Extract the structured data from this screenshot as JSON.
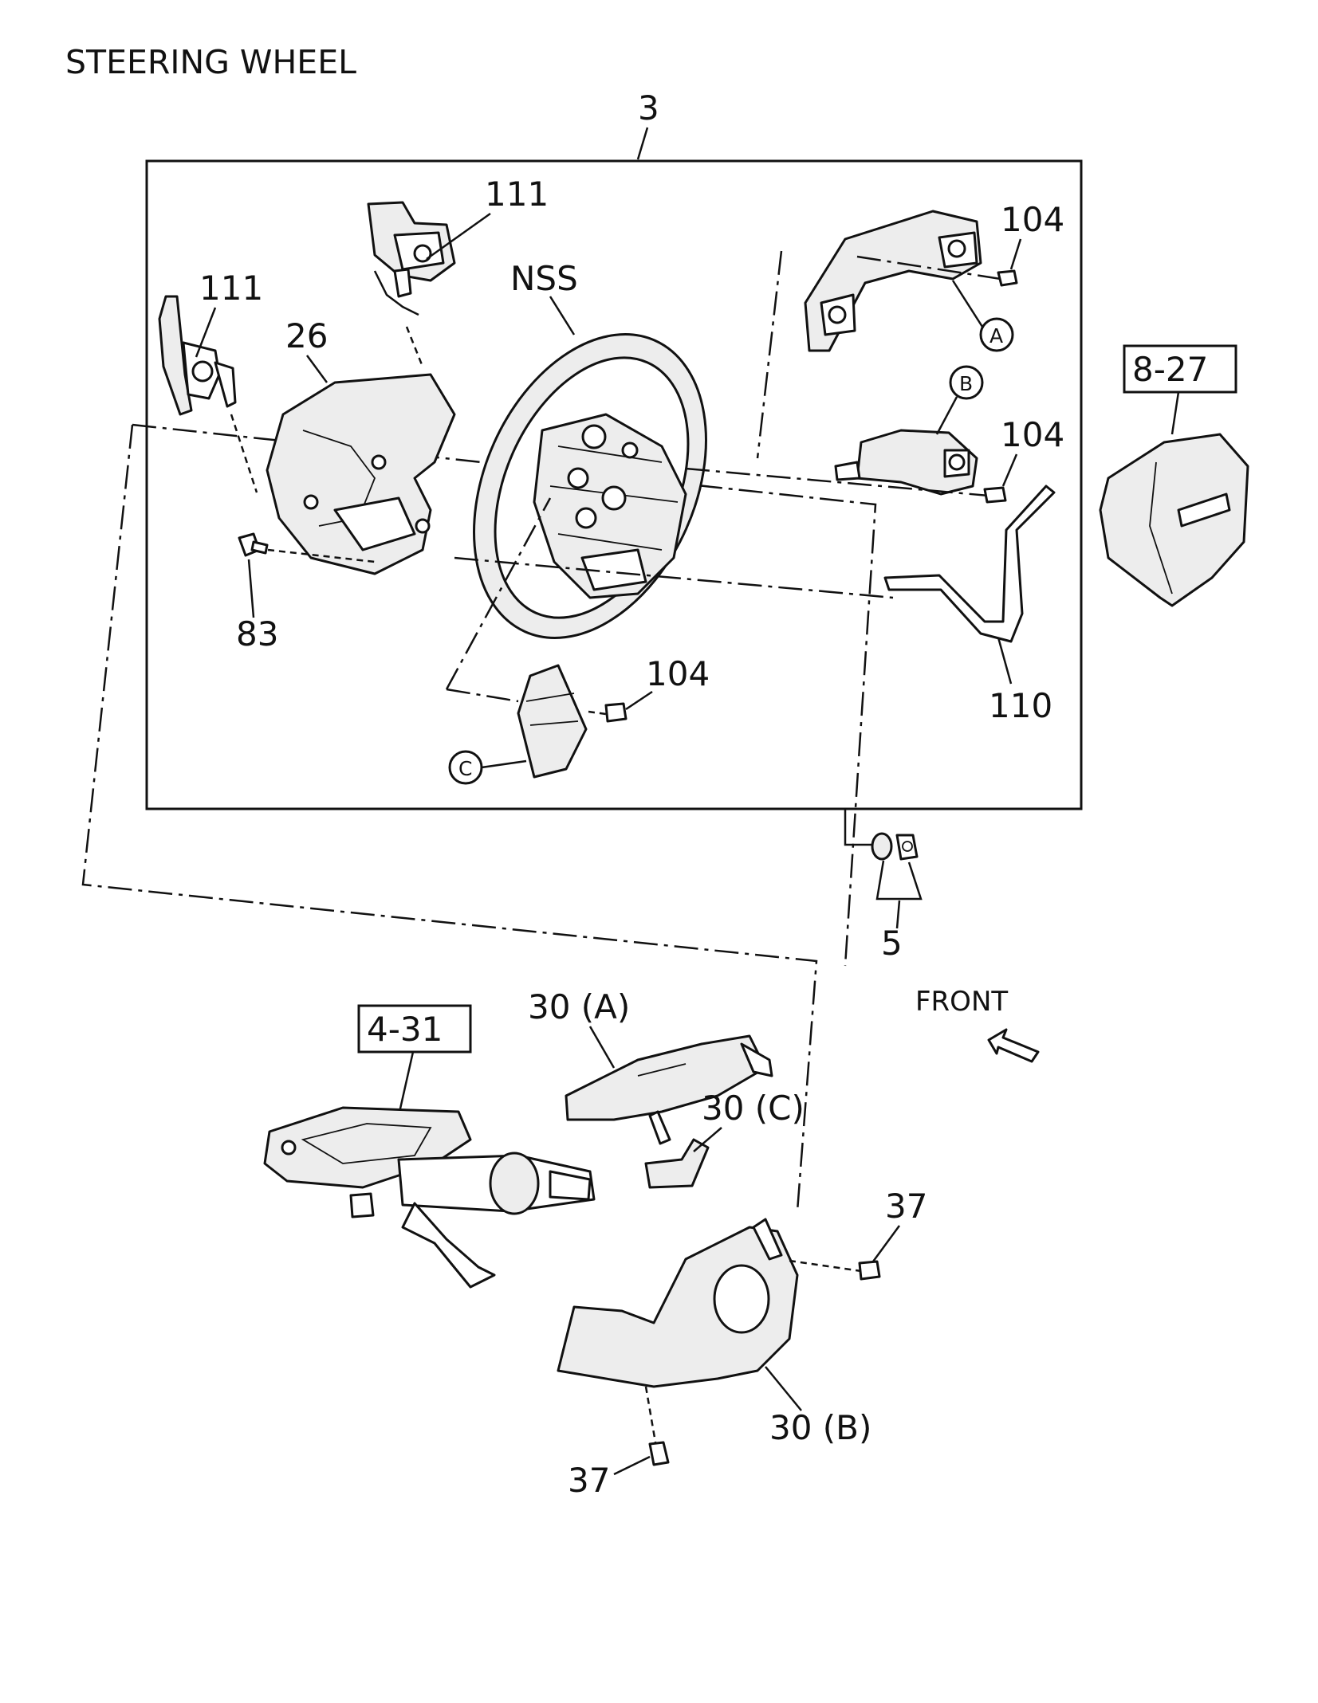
{
  "title": "STEERING WHEEL",
  "callouts": {
    "assembly": "3",
    "nss": "NSS",
    "sw_left_111": "111",
    "sw_top_111": "111",
    "cover_26": "26",
    "bolt_83": "83",
    "screw_104_top": "104",
    "screw_104_mid": "104",
    "screw_104_bottom": "104",
    "harness_110": "110",
    "nut_5": "5",
    "ref_8_27": "8-27",
    "ref_4_31": "4-31",
    "cover_30a": "30 (A)",
    "cover_30b": "30 (B)",
    "cover_30c": "30 (C)",
    "screw_37_right": "37",
    "screw_37_bottom": "37"
  },
  "circle_refs": {
    "a": "A",
    "b": "B",
    "c": "C"
  },
  "direction": {
    "label": "FRONT"
  }
}
